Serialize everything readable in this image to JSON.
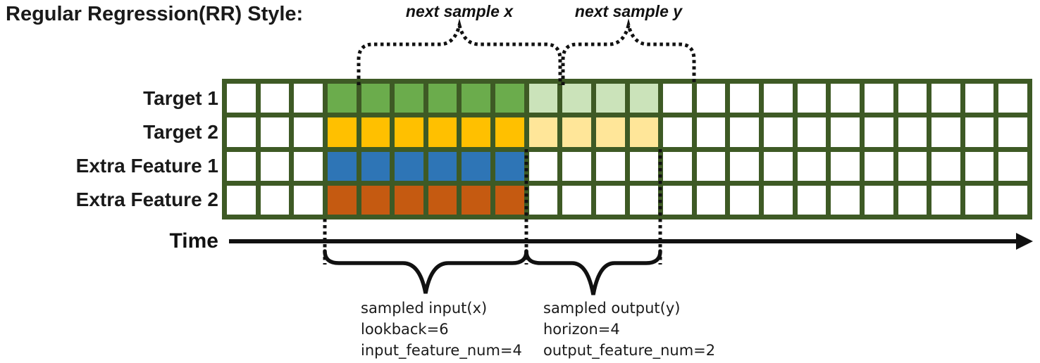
{
  "title": "Regular Regression(RR) Style:",
  "annotations": {
    "next_sample_x": "next sample x",
    "next_sample_y": "next sample y",
    "time_label": "Time",
    "input_lines": [
      "sampled input(x)",
      "lookback=6",
      "input_feature_num=4"
    ],
    "output_lines": [
      "sampled output(y)",
      "horizon=4",
      "output_feature_num=2"
    ]
  },
  "grid": {
    "total_columns": 24,
    "lead_columns": 3,
    "lookback": 6,
    "horizon": 4,
    "input_feature_num": 4,
    "output_feature_num": 2,
    "border_color": "#3E5A25",
    "empty_cell_color": "#FFFFFF",
    "rows": [
      {
        "label": "Target 1",
        "input_color": "#6BAC4C",
        "output_color": "#CBE3BA"
      },
      {
        "label": "Target 2",
        "input_color": "#FFC000",
        "output_color": "#FFE699"
      },
      {
        "label": "Extra Feature 1",
        "input_color": "#2E75B6",
        "output_color": null
      },
      {
        "label": "Extra Feature 2",
        "input_color": "#C55A11",
        "output_color": null
      }
    ]
  },
  "colors": {
    "annotation_stroke": "#111111",
    "text": "#1a1a1a"
  }
}
